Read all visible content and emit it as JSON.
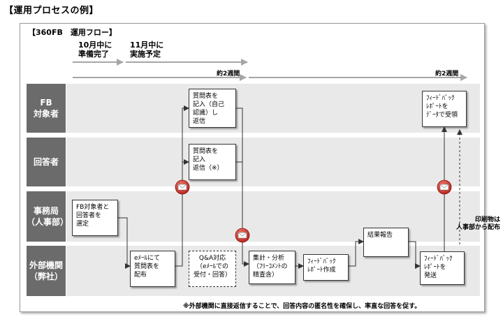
{
  "page_title": "【運用プロセスの例】",
  "flow_title": "【360FB　運用フロー】",
  "phases": [
    {
      "label": "10月中に\n準備完了"
    },
    {
      "label": "11月中に\n実施予定"
    }
  ],
  "durations": [
    "約2週間",
    "約2週間"
  ],
  "lanes": [
    {
      "label": "FB\n対象者"
    },
    {
      "label": "回答者"
    },
    {
      "label": "事務局\n（人事部）"
    },
    {
      "label": "外部機関\n（弊社）"
    }
  ],
  "boxes": {
    "select": "FB対象者と\n回答者を\n選定",
    "distribute": "eﾒｰﾙにて\n質問表を\n配布",
    "qa": "Q&A対応\n（eﾒｰﾙでの\n受付・回答）",
    "self_eval": "質問表を\n記入（自己\n認識）し\n返信",
    "respondent": "質問表を\n記入\n返信（※）",
    "aggregate": "集計・分析\n（ﾌﾘｰｺﾒﾝﾄの\n精査含）",
    "report_create": "ﾌｨｰﾄﾞﾊﾞｯｸ\nﾚﾎﾟｰﾄ作成",
    "result_report": "結果報告",
    "report_send": "ﾌｨｰﾄﾞﾊﾞｯｸ\nﾚﾎﾟｰﾄを\n発送",
    "receive": "ﾌｨｰﾄﾞﾊﾞｯｸ\nﾚﾎﾟｰﾄを\nﾃﾞｰﾀで受領"
  },
  "side_note": "印刷物は\n人事部から配布",
  "footnote": "※外部機関に直接返信することで、回答内容の匿名性を確保し、率直な回答を促す。",
  "colors": {
    "lane_header": "#6b6b6b",
    "lane_bg": "#e9e9e9",
    "mail_icon": "#d9322a",
    "timeline": "#a6a6a6"
  },
  "icons": [
    "mail-icon"
  ]
}
